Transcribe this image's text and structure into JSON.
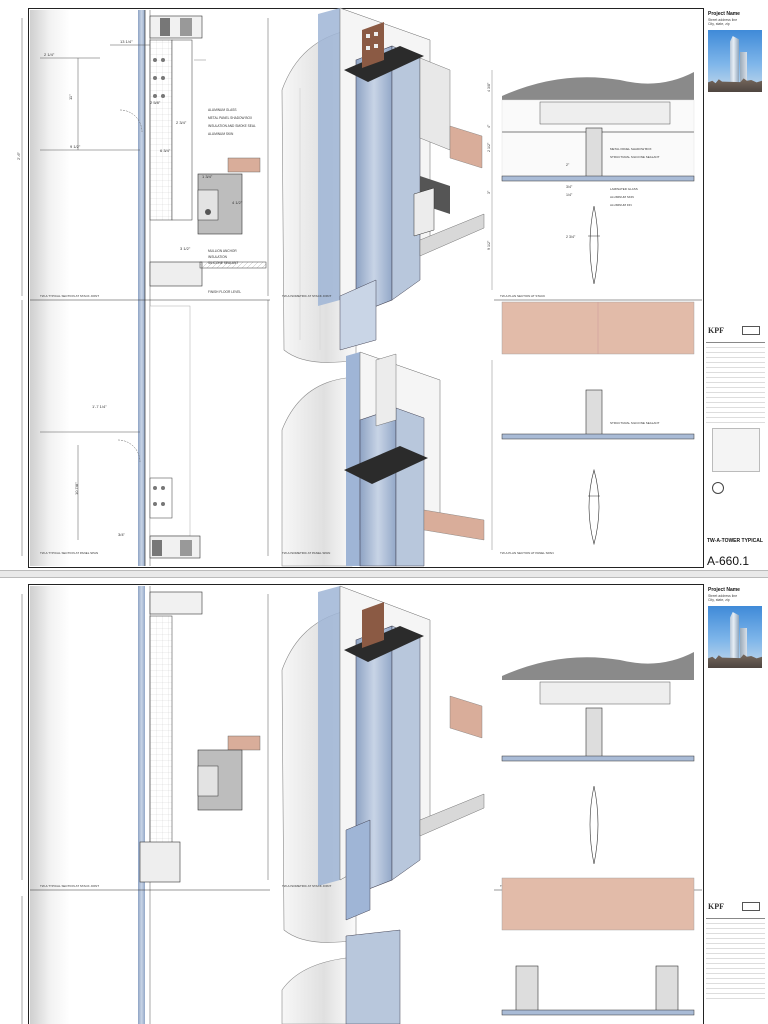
{
  "titleblock": {
    "project_name": "Project Name",
    "project_address": "Street address line\nCity, state, zip",
    "logo_text": "KPF",
    "sheet_title": "TW-A-TOWER TYPICAL",
    "sheet_number": "A-660.1"
  },
  "colors": {
    "glass": "#a9bbd6",
    "mullion": "#6d7f9c",
    "panel": "#d9ad9a",
    "line": "#222222",
    "grid": "#999999"
  },
  "section": {
    "dims_left": [
      "2 1/4\"",
      "11\"",
      "2'-6\"",
      "9 1/2\"",
      "1'-7 1/4\"",
      "10 7/8\""
    ],
    "dims_mid": [
      "13 1/4\"",
      "2 5/8\"",
      "2 3/4\"",
      "6 3/4\"",
      "1 3/4\"",
      "4 1/2\"",
      "3 1/2\"",
      "3/4\""
    ],
    "labels": [
      "ALUMINUM GLASS",
      "METAL PANEL SHADOW BOX",
      "INSULATION AND SMOKE SEAL",
      "ALUMINUM SKIN",
      "MULLION ANCHOR",
      "INSULATION",
      "SILICONE SEALANT",
      "FINISH FLOOR LEVEL"
    ],
    "caption_top": "TW-A TYPICAL SECTION AT STACK JOINT",
    "caption_bottom": "TW-A TYPICAL SECTION AT PANEL SPAN"
  },
  "iso": {
    "caption_top": "TW-A ISOMETRIC AT STACK JOINT",
    "caption_bottom": "TW-A ISOMETRIC AT PANEL SPAN"
  },
  "plan": {
    "dims": [
      "4 3/8\"",
      "4\"",
      "2 1/2\"",
      "3\"",
      "9 1/2\"",
      "2 3/4\"",
      "2\"",
      "3/4\"",
      "1/4\""
    ],
    "labels": [
      "METAL PANEL SHADOW BOX",
      "STRUCTURAL SILICONE SEALANT",
      "LAMINATED GLASS",
      "ALUMINUM SKIN",
      "ALUMINUM FIN"
    ],
    "caption_top": "TW-A PLAN SECTION AT STACK",
    "caption_bottom": "TW-A PLAN SECTION AT PANEL SPAN"
  }
}
